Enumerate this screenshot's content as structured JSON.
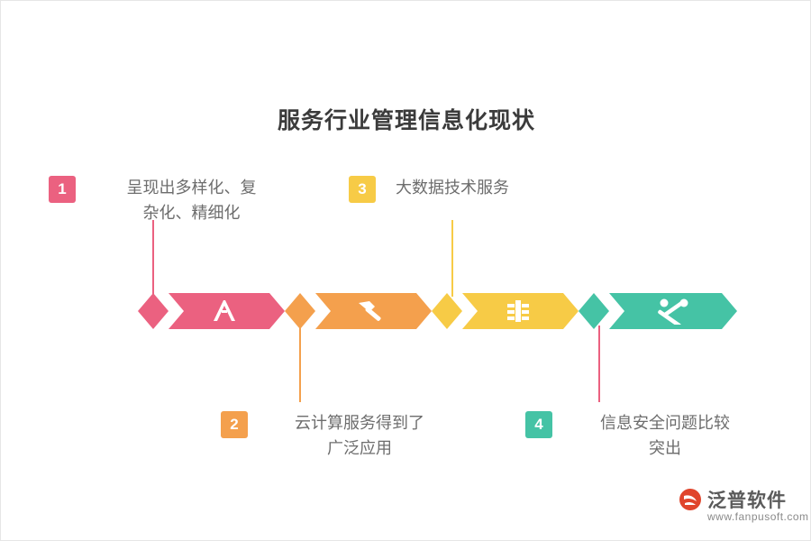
{
  "page": {
    "title": "服务行业管理信息化现状",
    "background": "#ffffff"
  },
  "chevrons": [
    {
      "index": 1,
      "color": "#eb6180",
      "icon_name": "hand-tool-icon",
      "glyph": "⛏"
    },
    {
      "index": 2,
      "color": "#f4a04d",
      "icon_name": "hammer-icon",
      "glyph": "🔨"
    },
    {
      "index": 3,
      "color": "#f7cb46",
      "icon_name": "wrench-icon",
      "glyph": "⚒"
    },
    {
      "index": 4,
      "color": "#45c3a5",
      "icon_name": "hammer-wrench-icon",
      "glyph": "⚒"
    }
  ],
  "steps": [
    {
      "number": "1",
      "text": "呈现出多样化、复\n杂化、精细化",
      "color": "#eb6180",
      "position": "above"
    },
    {
      "number": "2",
      "text": "云计算服务得到了\n广泛应用",
      "color": "#f4a04d",
      "position": "below"
    },
    {
      "number": "3",
      "text": "大数据技术服务",
      "color": "#f7cb46",
      "position": "above"
    },
    {
      "number": "4",
      "text": "信息安全问题比较\n突出",
      "color": "#45c3a5",
      "position": "below"
    }
  ],
  "logo": {
    "name": "泛普软件",
    "url": "www.fanpusoft.com",
    "mark_color": "#e0452c"
  }
}
